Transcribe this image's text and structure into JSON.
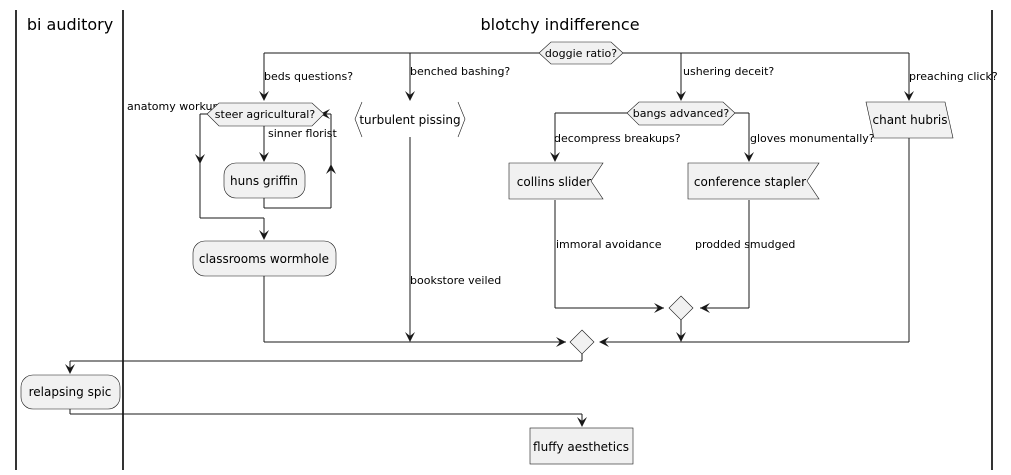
{
  "lanes": {
    "left": "bi auditory",
    "right": "blotchy indifference"
  },
  "nodes": {
    "doggie_ratio": "doggie ratio?",
    "steer_agricultural": "steer agricultural?",
    "huns_griffin": "huns griffin",
    "classrooms_wormhole": "classrooms wormhole",
    "turbulent_pissing": "turbulent pissing",
    "bangs_advanced": "bangs advanced?",
    "collins_slider": "collins slider",
    "conference_stapler": "conference stapler",
    "chant_hubris": "chant hubris",
    "relapsing_spic": "relapsing spic",
    "fluffy_aesthetics": "fluffy aesthetics"
  },
  "edges": {
    "beds_questions": "beds questions?",
    "benched_bashing": "benched bashing?",
    "ushering_deceit": "ushering deceit?",
    "preaching_click": "preaching click?",
    "anatomy_workup": "anatomy workup",
    "sinner_florist": "sinner florist",
    "decompress_breakups": "decompress breakups?",
    "gloves_monumentally": "gloves monumentally?",
    "immoral_avoidance": "immoral avoidance",
    "prodded_smudged": "prodded smudged",
    "bookstore_veiled": "bookstore veiled"
  }
}
